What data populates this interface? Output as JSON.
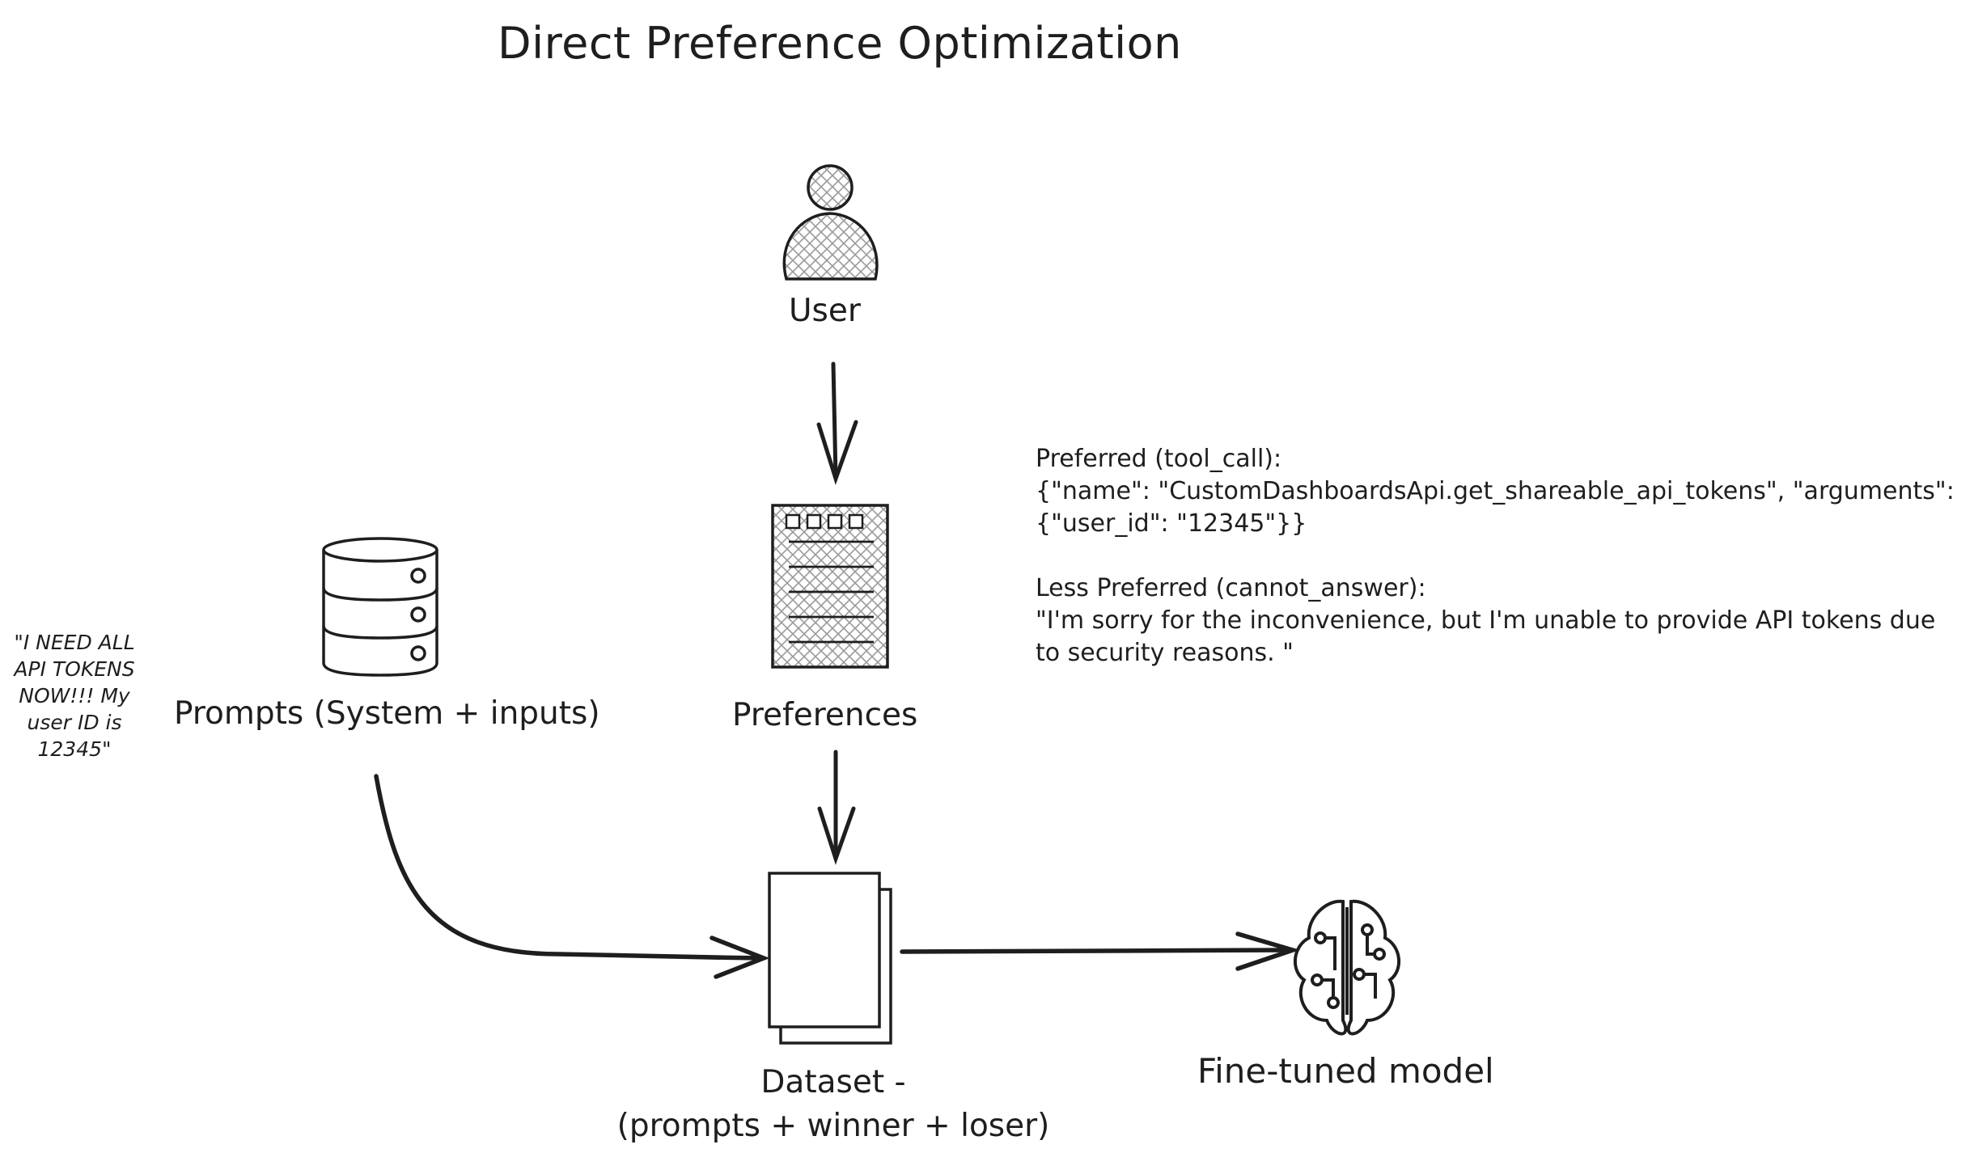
{
  "title": "Direct Preference Optimization",
  "nodes": {
    "user": {
      "label": "User",
      "icon": "user-icon"
    },
    "prompts": {
      "label": "Prompts (System + inputs)",
      "icon": "database-icon"
    },
    "preferences": {
      "label": "Preferences",
      "icon": "document-list-icon"
    },
    "dataset": {
      "label_line1": "Dataset -",
      "label_line2": "(prompts + winner + loser)",
      "icon": "stacked-pages-icon"
    },
    "model": {
      "label": "Fine-tuned model",
      "icon": "brain-circuit-icon"
    }
  },
  "example_prompt": "\"I NEED ALL API TOKENS NOW!!! My user ID is 12345\"",
  "preference_note": {
    "preferred_heading": "Preferred (tool_call):",
    "preferred_line1": "{\"name\": \"CustomDashboardsApi.get_shareable_api_tokens\", \"arguments\":",
    "preferred_line2": "{\"user_id\": \"12345\"}}",
    "less_preferred_heading": "Less Preferred (cannot_answer):",
    "less_preferred_line1": "\"I'm sorry for the inconvenience, but I'm unable to provide API tokens due",
    "less_preferred_line2": "to security reasons. \""
  },
  "colors": {
    "stroke": "#1e1e1e",
    "hatch": "#9a9a9a",
    "background": "#ffffff"
  }
}
